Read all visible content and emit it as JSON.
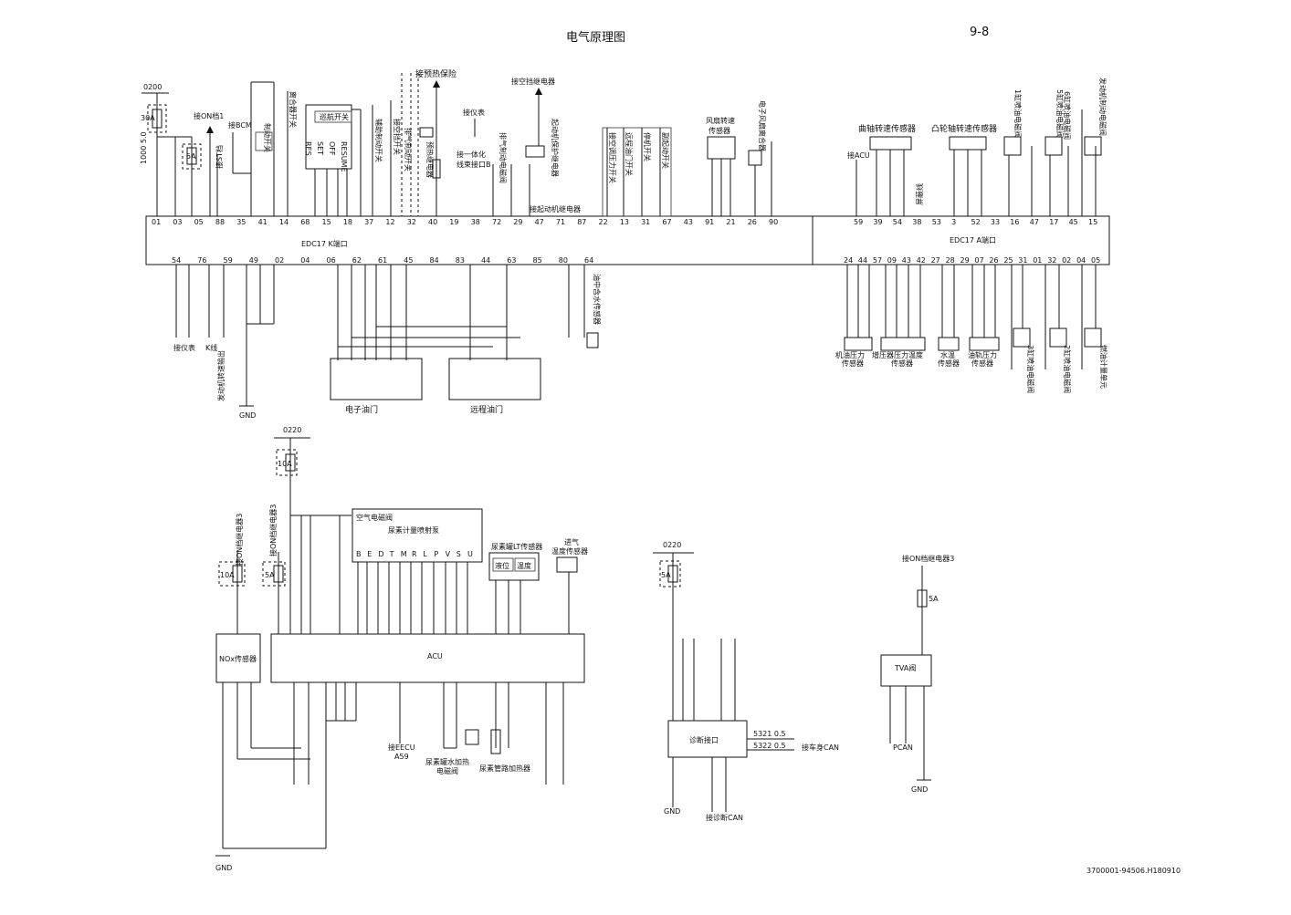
{
  "page": {
    "title": "电气原理图",
    "page_no": "9-8",
    "doc_no": "3700001-94506.H180910"
  },
  "top": {
    "net_0200": "0200",
    "fuse_30a": "30A",
    "fuse_5a": "5A",
    "wire_1000": "1000 5.0",
    "lbl_on1": "接ON档1",
    "lbl_st": "接ST档",
    "lbl_bcm": "接BCM",
    "lbl_brake": "制动开关",
    "lbl_clutch": "离合器开关",
    "lbl_cruise": "巡航开关",
    "lbl_aux_brake": "辅助制动开关",
    "lbl_gear": "接空挡开关",
    "lbl_exh_brake": "排气制动开关",
    "lbl_preheat": "接预热保险",
    "lbl_preheat_relay": "预热继电器",
    "lbl_meter": "接仪表",
    "lbl_harness": "接一体化\n线束接口B",
    "lbl_neutral_relay": "接空挡继电器",
    "lbl_exh_valve": "排气制动电磁阀",
    "lbl_start_protect": "起动机保护继电器",
    "lbl_start_relay": "接起动机继电器",
    "lbl_ac": "接空调压力开关",
    "lbl_remote": "远程油门开关",
    "lbl_stop": "停机开关",
    "lbl_restart": "副起动开关",
    "lbl_fan_speed": "风扇转速\n传感器",
    "lbl_fan_clutch": "电子风扇离合器",
    "lbl_crank": "曲轴转速传感器",
    "lbl_cam": "凸轮轴转速传感器",
    "lbl_acu": "接ACU",
    "lbl_cyl1": "1缸喷油电磁阀",
    "lbl_cyl5": "5缸喷油电磁阀",
    "lbl_cyl6": "6缸喷油电磁阀",
    "lbl_engine_brake": "发动机制动电磁阀",
    "lbl_shield": "屏蔽线",
    "k_port": "EDC17  K端口",
    "a_port": "EDC17  A端口",
    "k_pins_top": [
      "01",
      "03",
      "05",
      "88",
      "35",
      "41",
      "14",
      "68",
      "15",
      "18",
      "37",
      "12",
      "32",
      "40",
      "19",
      "38",
      "72",
      "29",
      "47",
      "71",
      "87",
      "22",
      "13",
      "31",
      "67",
      "43",
      "91",
      "21",
      "26",
      "90"
    ],
    "k_pins_bottom": [
      "54",
      "76",
      "59",
      "49",
      "02",
      "04",
      "06",
      "62",
      "61",
      "45",
      "84",
      "83",
      "44",
      "63",
      "85",
      "80",
      "64"
    ],
    "a_pins_top": [
      "59",
      "39",
      "54",
      "38",
      "53",
      "3",
      "52",
      "33",
      "16",
      "47",
      "17",
      "45",
      "15"
    ],
    "a_pins_bottom": [
      "24",
      "44",
      "57",
      "09",
      "43",
      "42",
      "27",
      "28",
      "29",
      "07",
      "26",
      "25",
      "31",
      "01",
      "32",
      "02",
      "04",
      "05"
    ],
    "lbl_meter2": "接仪表",
    "lbl_kline": "K线",
    "lbl_rpm_out": "发动机转速输出",
    "lbl_gnd": "GND",
    "lbl_epedal": "电子油门",
    "lbl_rpedal": "远程油门",
    "lbl_water": "油中含水传感器",
    "lbl_oil_p": "机油压力\n传感器",
    "lbl_boost": "增压器压力温度\n传感器",
    "lbl_cool": "水温\n传感器",
    "lbl_rail": "油轨压力\n传感器",
    "lbl_cyl3": "3缸喷油电磁阀",
    "lbl_cyl2": "2缸喷油电磁阀",
    "lbl_meter_unit": "燃油计量单元"
  },
  "bottom": {
    "net_0220": "0220",
    "fuse_10a": "10A",
    "fuse_10a2": "10A",
    "fuse_5a": "5A",
    "lbl_on3_a": "接ON档继电器3",
    "lbl_on3_b": "接ON档继电器3",
    "lbl_air_valve": "空气电磁阀",
    "lbl_pump": "尿素计量喷射泵",
    "pump_pins": [
      "B",
      "E",
      "D",
      "T",
      "M",
      "R",
      "L",
      "P",
      "V",
      "S",
      "U"
    ],
    "lbl_tank_sensor": "尿素罐LT传感器",
    "lbl_level": "液位",
    "lbl_temp": "温度",
    "lbl_intake": "进气\n温度传感器",
    "lbl_nox": "NOx传感器",
    "lbl_acu": "ACU",
    "lbl_eecu": "接EECU\nA59",
    "lbl_heat_valve": "尿素罐水加热\n电磁阀",
    "lbl_pipe_heater": "尿素管路加热器",
    "lbl_gnd": "GND",
    "net_0220b": "0220",
    "fuse_5a_b": "5A",
    "lbl_diag": "诊断接口",
    "lbl_bodycan": "接车身CAN",
    "lbl_diagcan": "接诊断CAN",
    "lbl_on3_c": "接ON档继电器3",
    "fuse_5a_c": "5A",
    "lbl_tva": "TVA阀",
    "lbl_pcan": "PCAN",
    "lbl_gnd2": "GND",
    "lbl_gnd3": "GND",
    "wire_5321": "5321  0.5",
    "wire_5322": "5322  0.5"
  }
}
